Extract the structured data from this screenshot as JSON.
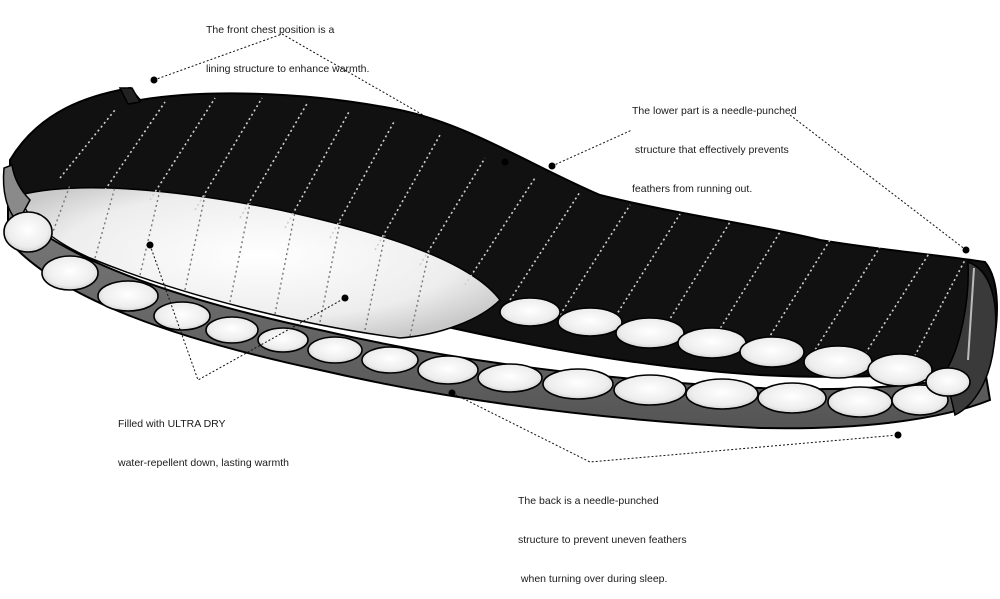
{
  "annotations": {
    "front_chest": {
      "lines": [
        "The front chest position is a",
        "lining structure to enhance warmth."
      ]
    },
    "lower_part": {
      "lines": [
        "The lower part is a needle-punched",
        " structure that effectively prevents",
        "feathers from running out."
      ]
    },
    "filled": {
      "lines": [
        "Filled with ULTRA DRY",
        "water-repellent down, lasting warmth"
      ]
    },
    "back": {
      "lines": [
        "The back is a needle-punched",
        "structure to prevent uneven feathers",
        " when turning over during sleep."
      ]
    }
  },
  "colors": {
    "shell": "#111111",
    "side_wall": "#6b6b6b",
    "down_fill": "#eeeeee",
    "outline": "#000000"
  }
}
